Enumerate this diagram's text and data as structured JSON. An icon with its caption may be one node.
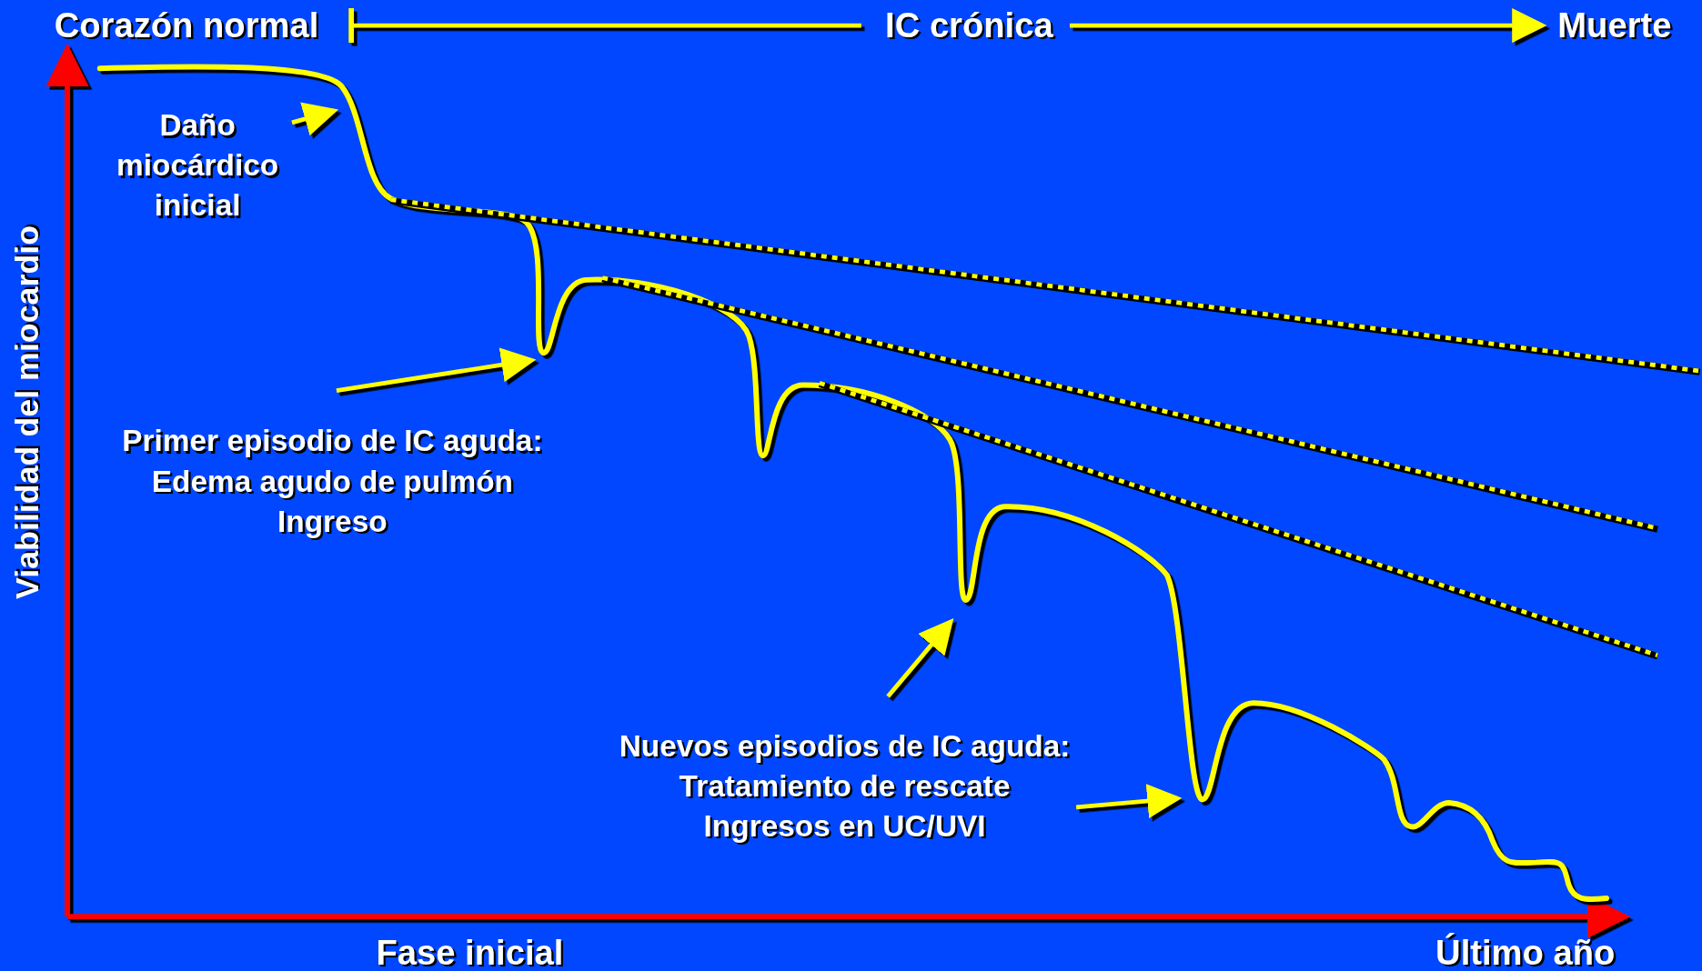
{
  "diagram": {
    "nodes": [
      {
        "text": [
          "Corazón normal"
        ]
      },
      {
        "text": [
          "IC crónica"
        ]
      },
      {
        "text": [
          "Muerte"
        ]
      },
      {
        "text": [
          "Daño miocárdico inicial"
        ]
      },
      {
        "text": [
          "Primer episodio de IC aguda:",
          "Edema agudo de pulmón",
          "Ingreso"
        ]
      },
      {
        "text": [
          "Nuevos episodios de IC aguda:",
          "Tratamiento de rescate",
          "Ingresos en UC/UVI"
        ]
      }
    ],
    "edges": [
      {
        "from": 0,
        "to": 1,
        "arrow": "other"
      },
      {
        "from": 1,
        "to": 2,
        "arrow": "to"
      },
      {
        "from": 3,
        "to": null,
        "arrow": "to"
      },
      {
        "from": 4,
        "to": null,
        "arrow": "to"
      },
      {
        "from": 5,
        "to": null,
        "arrow": "to"
      },
      {
        "from": 5,
        "to": null,
        "arrow": "to"
      }
    ],
    "labels": [
      "Viabilidad del miocardio",
      "Fase inicial",
      "Último año"
    ]
  }
}
